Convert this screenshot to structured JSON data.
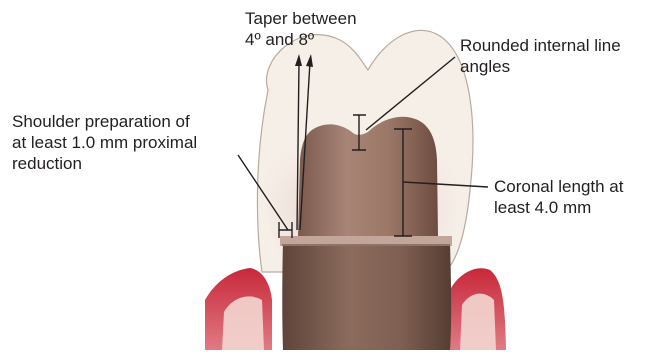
{
  "figure": {
    "labels": {
      "taper": "Taper between\n4º and 8º",
      "rounded_angles": "Rounded internal line\nangles",
      "shoulder": "Shoulder preparation of\nat least 1.0 mm proximal\nreduction",
      "coronal_length": "Coronal length at\nleast 4.0 mm"
    }
  }
}
